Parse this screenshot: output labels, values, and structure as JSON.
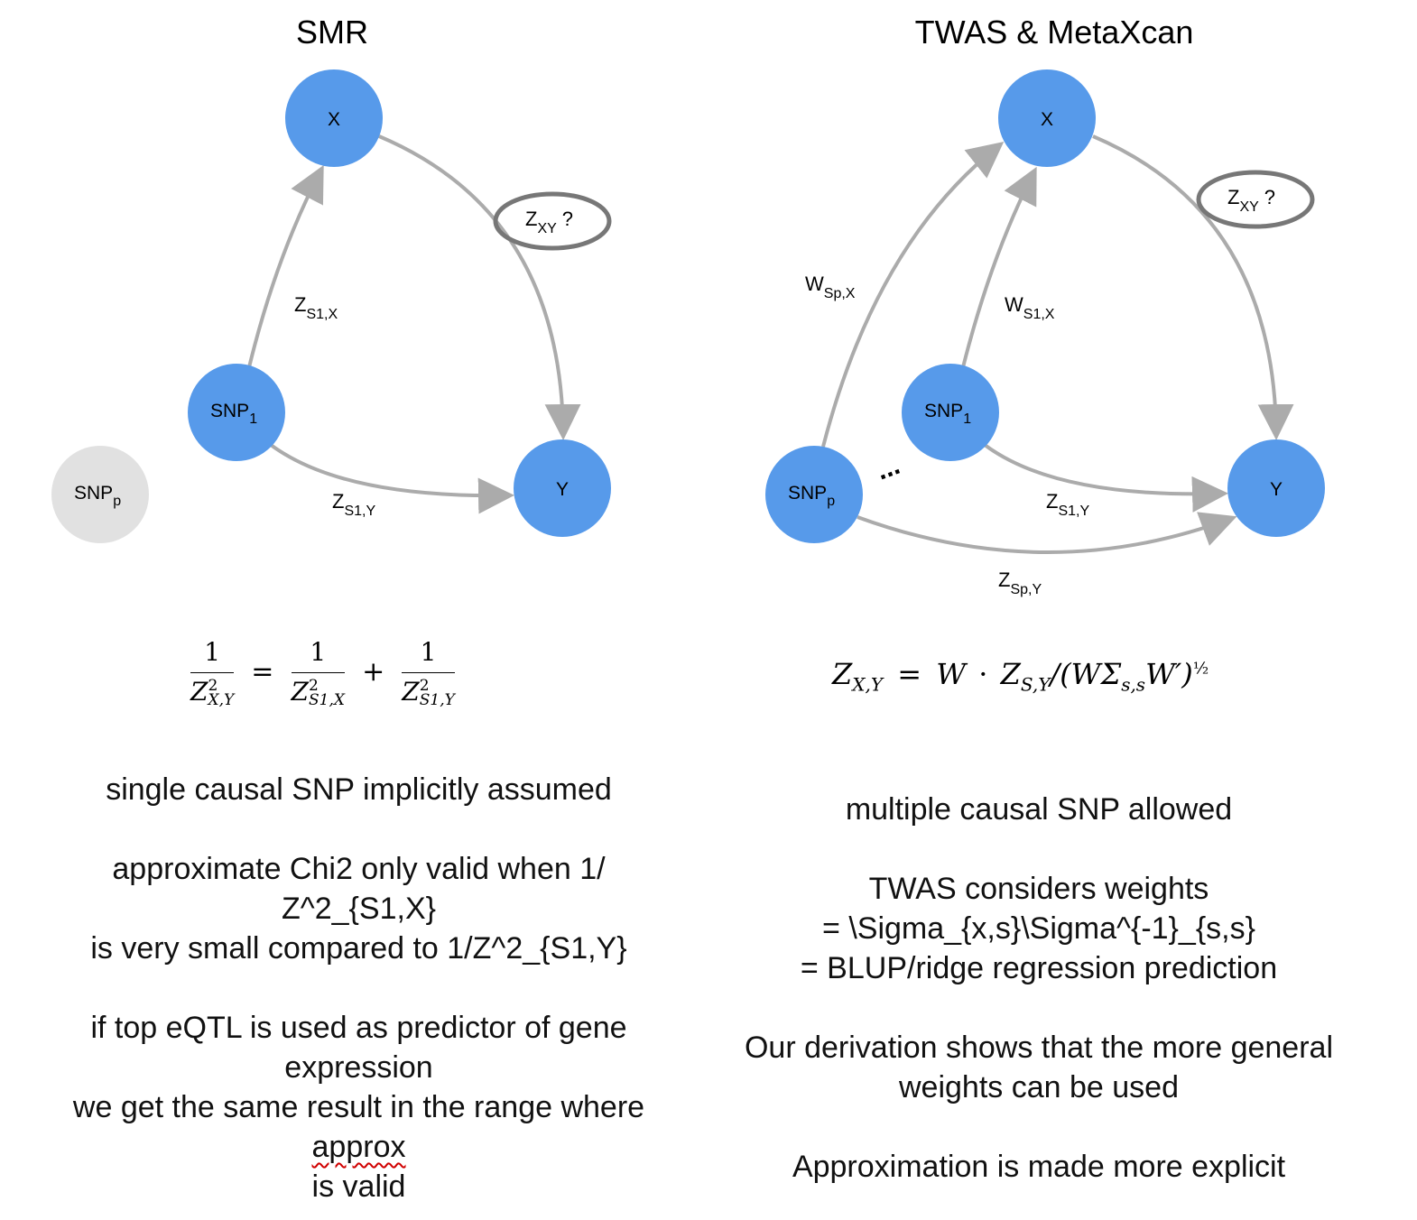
{
  "left": {
    "title": "SMR",
    "nodes": {
      "x": "X",
      "y": "Y",
      "snp1_main": "SNP",
      "snp1_sub": "1",
      "snpp_main": "SNP",
      "snpp_sub": "p"
    },
    "labels": {
      "zxy_main": "Z",
      "zxy_sub": "XY",
      "zxy_q": "?",
      "zs1x_main": "Z",
      "zs1x_sub": "S1,X",
      "zs1y_main": "Z",
      "zs1y_sub": "S1,Y"
    },
    "formula": {
      "num": "1",
      "den1_base": "Z",
      "den1_sup": "2",
      "den1_sub": "X,Y",
      "equals": "=",
      "den2_base": "Z",
      "den2_sup": "2",
      "den2_sub": "S1,X",
      "plus": "+",
      "den3_base": "Z",
      "den3_sup": "2",
      "den3_sub": "S1,Y"
    },
    "notes": {
      "line1": "single causal SNP implicitly assumed",
      "line2": "approximate Chi2 only valid when 1/",
      "line3": "Z^2_{S1,X}",
      "line4": "is very small compared to  1/Z^2_{S1,Y}",
      "line5": "if top eQTL is used as predictor of gene",
      "line6": "expression",
      "line7": "we get the same result in the range where",
      "line8": "approx",
      "line9": "is valid"
    }
  },
  "right": {
    "title": "TWAS & MetaXcan",
    "nodes": {
      "x": "X",
      "y": "Y",
      "snp1_main": "SNP",
      "snp1_sub": "1",
      "snpp_main": "SNP",
      "snpp_sub": "p",
      "ellipsis": "..."
    },
    "labels": {
      "zxy_main": "Z",
      "zxy_sub": "XY",
      "zxy_q": "?",
      "wspx_main": "W",
      "wspx_sub": "Sp,X",
      "ws1x_main": "W",
      "ws1x_sub": "S1,X",
      "zs1y_main": "Z",
      "zs1y_sub": "S1,Y",
      "zspy_main": "Z",
      "zspy_sub": "Sp,Y"
    },
    "formula": {
      "lhs": "Z",
      "lhs_sub": "X,Y",
      "eq": "=",
      "w": "W",
      "dot": "·",
      "z": "Z",
      "z_sub": "S,Y",
      "rest": "/(WΣ",
      "sigma_sub": "s,s",
      "tail": "W′)",
      "exp": "½"
    },
    "notes": {
      "line1": "multiple causal SNP allowed",
      "line2": "TWAS considers weights",
      "line3": "= \\Sigma_{x,s}\\Sigma^{-1}_{s,s}",
      "line4": "= BLUP/ridge regression prediction",
      "line5": "Our derivation shows that the more general",
      "line6": "weights can be used",
      "line7": "Approximation is made more explicit"
    }
  },
  "colors": {
    "node_blue": "#579AEA",
    "node_grey": "#E1E1E1",
    "edge": "#ABABAB",
    "ellipse_stroke": "#777777"
  }
}
